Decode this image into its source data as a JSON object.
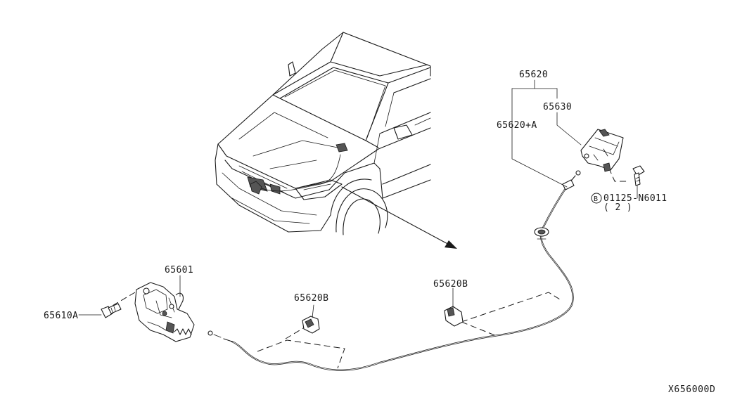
{
  "labels": {
    "p65620": "65620",
    "p65630": "65630",
    "p65620A": "65620+A",
    "bolt_code": "01125-N6011",
    "bolt_qty": "( 2 )",
    "bolt_marker": "B",
    "p65601": "65601",
    "p65610A": "65610A",
    "p65620B_left": "65620B",
    "p65620B_right": "65620B"
  },
  "diagram_code": "X656000D"
}
